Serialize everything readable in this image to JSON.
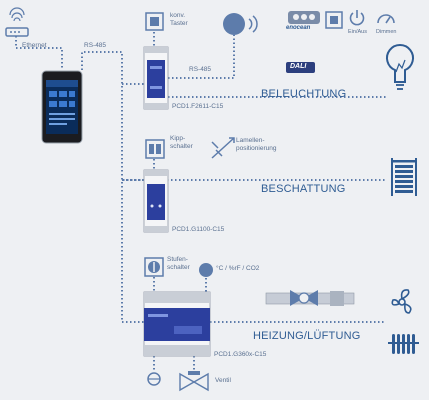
{
  "labels": {
    "ethernet": "Ethernet",
    "rs485_top": "RS-485",
    "rs485_mid": "RS-485",
    "konv_taster_1": "konv.",
    "konv_taster_2": "Taster",
    "enocean": "enocean",
    "dali": "DALI",
    "ein_aus": "Ein/Aus",
    "dimmen": "Dimmen",
    "model_1": "PCD1.F2611-C15",
    "section_1": "BELEUCHTUNG",
    "kipp_1": "Kipp-",
    "kipp_2": "schalter",
    "lamellen_1": "Lamellen-",
    "lamellen_2": "positionierung",
    "section_2": "BESCHATTUNG",
    "model_2": "PCD1.G1100-C15",
    "stufen_1": "Stufen-",
    "stufen_2": "schalter",
    "sensor": "°C / %rF / CO2",
    "section_3": "HEIZUNG/LÜFTUNG",
    "model_3": "PCD1.G360x-C15",
    "ventil": "Ventil"
  },
  "colors": {
    "accent": "#2f5c93",
    "line": "#5d7cab",
    "device_blue": "#2c3f9e"
  }
}
